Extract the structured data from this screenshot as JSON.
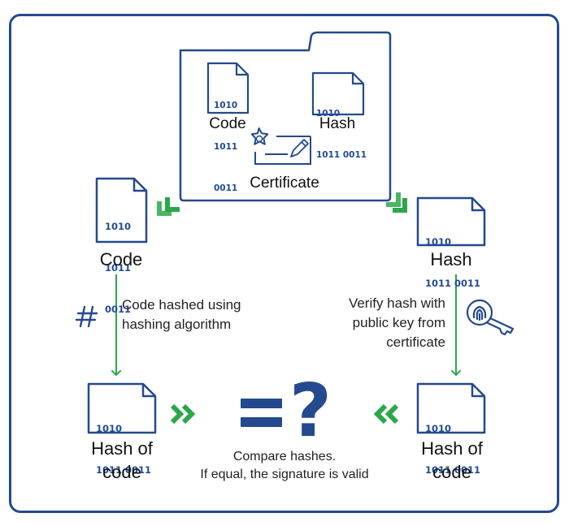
{
  "folder": {
    "code_doc_lines": [
      "1010",
      "1011",
      "0011"
    ],
    "code_label": "Code",
    "hash_doc_lines": [
      "1010",
      "1011 0011"
    ],
    "hash_label": "Hash",
    "certificate_label": "Certificate"
  },
  "left_doc": {
    "lines": [
      "1010",
      "1011",
      "0011"
    ],
    "label": "Code"
  },
  "right_doc": {
    "lines": [
      "1010",
      "1011 0011"
    ],
    "label": "Hash"
  },
  "left_step": {
    "icon": "hash-symbol-icon",
    "lines": [
      "Code hashed using",
      "hashing algorithm"
    ]
  },
  "right_step": {
    "icon": "fingerprint-key-icon",
    "lines": [
      "Verify hash with",
      "public key from",
      "certificate"
    ]
  },
  "bottom_left_doc": {
    "lines": [
      "1010",
      "1011 0011"
    ],
    "label_lines": [
      "Hash of",
      "code"
    ]
  },
  "bottom_right_doc": {
    "lines": [
      "1010",
      "1011 0011"
    ],
    "label_lines": [
      "Hash of",
      "code"
    ]
  },
  "compare": {
    "lines": [
      "Compare hashes.",
      "If equal, the signature is valid"
    ]
  },
  "colors": {
    "navy": "#24498f",
    "green": "#2aa84a"
  }
}
